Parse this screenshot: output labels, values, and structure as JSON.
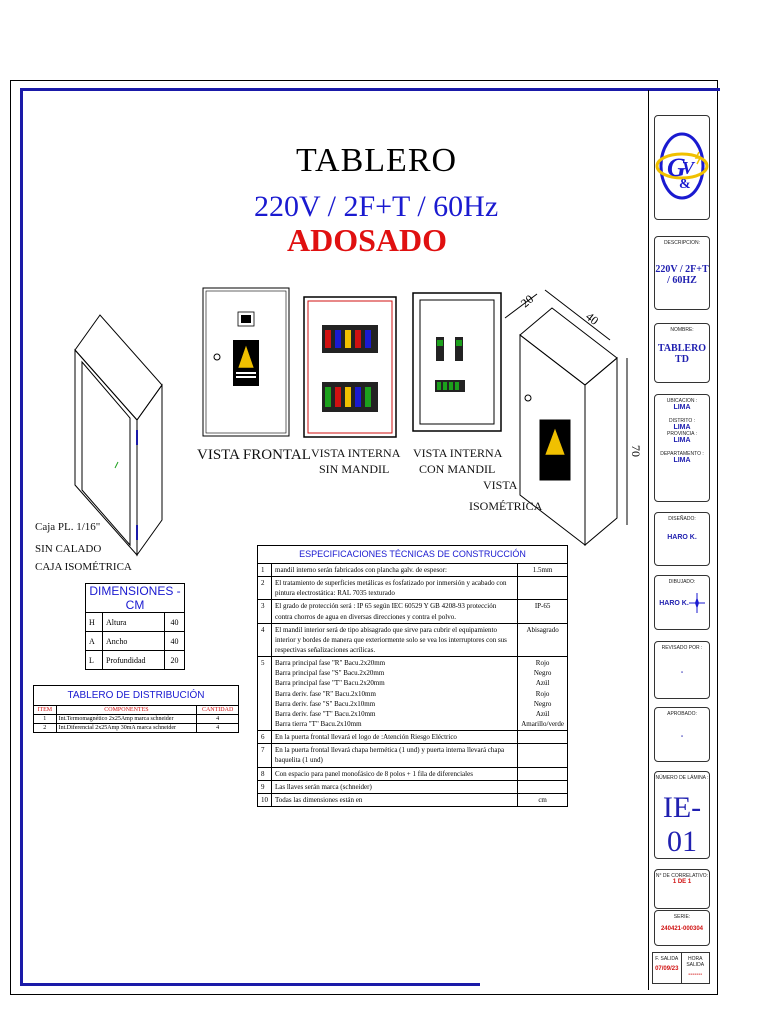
{
  "title": {
    "main": "TABLERO",
    "voltage": "220V / 2F+T / 60Hz",
    "type": "ADOSADO"
  },
  "views": {
    "frontal": "VISTA FRONTAL",
    "interna_sin_1": "VISTA INTERNA",
    "interna_sin_2": "SIN MANDIL",
    "interna_con_1": "VISTA INTERNA",
    "interna_con_2": "CON MANDIL",
    "isometrica_1": "VISTA",
    "isometrica_2": "ISOMÉTRICA",
    "dim_20": "20",
    "dim_40": "40",
    "dim_70": "70"
  },
  "box_note": {
    "line1": "Caja PL. 1/16\"",
    "line2": "SIN CALADO",
    "line3": "CAJA ISOMÉTRICA"
  },
  "dimensions": {
    "title": "DIMENSIONES - CM",
    "rows": [
      {
        "key": "H",
        "name": "Altura",
        "value": "40"
      },
      {
        "key": "A",
        "name": "Ancho",
        "value": "40"
      },
      {
        "key": "L",
        "name": "Profundidad",
        "value": "20"
      }
    ]
  },
  "distribution": {
    "title": "TABLERO DE DISTRIBUCIÓN",
    "headers": [
      "ITEM",
      "COMPONENTES",
      "CANTIDAD"
    ],
    "rows": [
      {
        "item": "1",
        "comp": "Int.Termomagnético 2x25Amp  marca schneider",
        "qty": "4"
      },
      {
        "item": "2",
        "comp": "Int.Diferencial 2x25Amp 30mA  marca schneider",
        "qty": "4"
      }
    ]
  },
  "specs": {
    "title": "ESPECIFICACIONES TÉCNICAS DE CONSTRUCCIÓN",
    "rows": [
      {
        "n": "1",
        "text": "mandil interno serán fabricados con plancha galv. de espesor:",
        "value": "1.5mm"
      },
      {
        "n": "2",
        "text": "El tratamiento de superficies metálicas es fosfatizado por inmersión y acabado con pintura electrostática: RAL 7035 texturado",
        "value": ""
      },
      {
        "n": "3",
        "text": "El grado de protección será : IP 65 según IEC 60529 Y GB 4208-93 protección contra chorros de agua en diversas direcciones y contra el polvo.",
        "value": "IP-65"
      },
      {
        "n": "4",
        "text": "El mandil interior será de tipo abisagrado que sirve para cubrir el equipamiento interior y bordes de manera que exteriormente solo se vea los interruptores con sus respectivas señalizaciones acrílicas.",
        "value": "Abisagrado"
      },
      {
        "n": "5",
        "text": "Barra principal fase  \"R\" Bacu.2x20mm\nBarra principal fase  \"S\" Bacu.2x20mm\nBarra principal fase  \"T\" Bacu.2x20mm\nBarra deriv. fase \"R\" Bacu.2x10mm\nBarra deriv. fase \"S\" Bacu.2x10mm\nBarra deriv. fase \"T\" Bacu.2x10mm\nBarra tierra \"T\" Bacu.2x10mm",
        "value": "Rojo\nNegro\nAzúl\nRojo\nNegro\nAzúl\nAmarillo/verde"
      },
      {
        "n": "6",
        "text": "En la puerta frontal llevará el logo de :Atención Riesgo Eléctrico",
        "value": ""
      },
      {
        "n": "7",
        "text": "En la puerta frontal llevará chapa hermética (1 und) y puerta interna llevará chapa baquelita  (1 und)",
        "value": ""
      },
      {
        "n": "8",
        "text": "Con espacio para panel monofásico de 8 polos + 1 fila de diferenciales",
        "value": ""
      },
      {
        "n": "9",
        "text": "Las llaves serán marca (schneider)",
        "value": ""
      },
      {
        "n": "10",
        "text": "Todas las dimensiones están en",
        "value": "cm"
      }
    ]
  },
  "title_block": {
    "desc_label": "DESCRIPCION:",
    "desc_value": "220V / 2F+T / 60HZ",
    "name_label": "NOMBRE:",
    "name_value": "TABLERO TD",
    "ubic_label": "UBICACION :",
    "ubic_value": "LIMA",
    "dist_label": "DISTRITO :",
    "dist_value": "LIMA",
    "prov_label": "PROVINCIA :",
    "prov_value": "LIMA",
    "depto_label": "DEPARTAMENTO :",
    "depto_value": "LIMA",
    "disenado_label": "DISEÑADO:",
    "disenado_value": "HARO K.",
    "dibujado_label": "DIBUJADO:",
    "dibujado_value": "HARO K.",
    "revisado_label": "REVISADO POR :",
    "revisado_value": "-",
    "aprobado_label": "APROBADO:",
    "aprobado_value": "-",
    "lamina_label": "NÚMERO DE LÁMINA :",
    "lamina_value": "IE-01",
    "correlativo_label": "N° DE CORRELATIVO:",
    "correlativo_value": "1 DE 1",
    "serie_label": "SERIE:",
    "serie_value": "240421-000304",
    "salida_label": "F. SALIDA",
    "salida_value": "07/09/23",
    "hora_label": "HORA SALIDA",
    "hora_value": "-------"
  },
  "colors": {
    "blue": "#1a1ad0",
    "red": "#e01010",
    "frame": "#1a1aa8"
  }
}
